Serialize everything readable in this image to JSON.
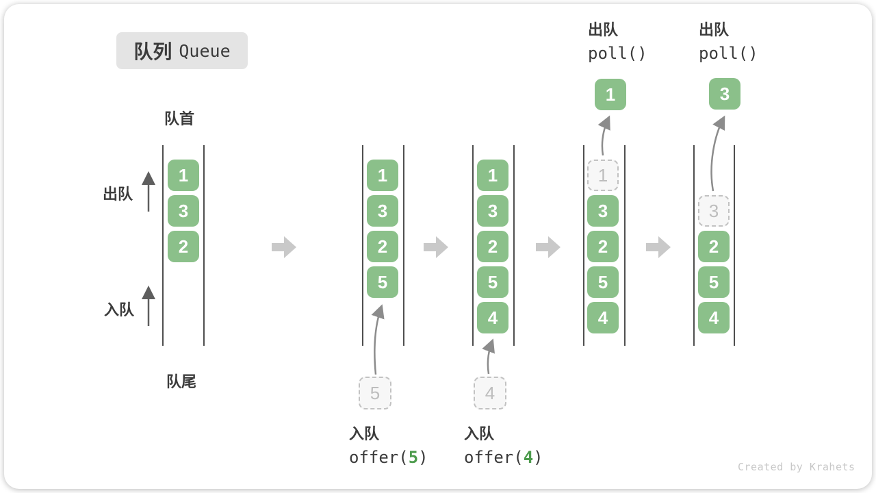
{
  "title": {
    "zh": "队列",
    "en": "Queue"
  },
  "side_labels": {
    "front": "队首",
    "rear": "队尾",
    "dequeue": "出队",
    "enqueue": "入队"
  },
  "operations": {
    "offer5": {
      "label": "入队",
      "code_pre": "offer(",
      "code_arg": "5",
      "code_post": ")"
    },
    "offer4": {
      "label": "入队",
      "code_pre": "offer(",
      "code_arg": "4",
      "code_post": ")"
    },
    "poll1": {
      "label": "出队",
      "code": "poll()"
    },
    "poll2": {
      "label": "出队",
      "code": "poll()"
    }
  },
  "queues": {
    "q1": {
      "cells": [
        "1",
        "3",
        "2"
      ]
    },
    "q2": {
      "cells": [
        "1",
        "3",
        "2",
        "5"
      ],
      "pending": "5"
    },
    "q3": {
      "cells": [
        "1",
        "3",
        "2",
        "5",
        "4"
      ],
      "pending": "4"
    },
    "q4": {
      "ghost": "1",
      "cells": [
        "3",
        "2",
        "5",
        "4"
      ],
      "out": "1"
    },
    "q5": {
      "ghost": "3",
      "cells": [
        "2",
        "5",
        "4"
      ],
      "out": "3"
    }
  },
  "watermark": "Created by Krahets",
  "colors": {
    "cell_green": "#8bc08a",
    "code_arg_green": "#4c9b4c",
    "chevron_gray": "#c9c9c9",
    "wall_gray": "#4e4e4e",
    "ghost_gray": "#c2c2c2"
  }
}
